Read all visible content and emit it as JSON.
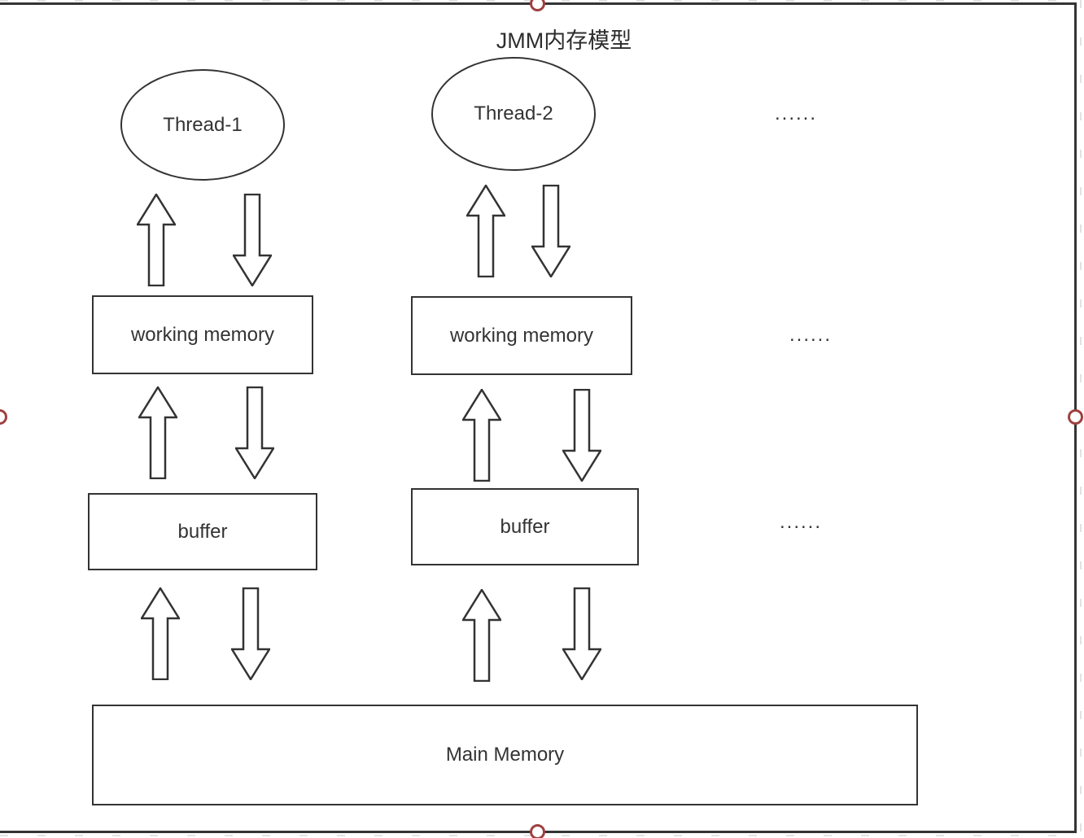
{
  "diagram": {
    "title": "JMM内存模型",
    "columns": [
      {
        "thread": "Thread-1",
        "working_memory": "working memory",
        "buffer": "buffer"
      },
      {
        "thread": "Thread-2",
        "working_memory": "working memory",
        "buffer": "buffer"
      },
      {
        "thread": "......",
        "working_memory": "......",
        "buffer": "......"
      }
    ],
    "main_memory": "Main Memory",
    "arrows": "paired up/down block arrows between each level"
  },
  "editor": {
    "selection_handles": [
      "top-center",
      "left-middle",
      "right-middle",
      "bottom-center"
    ],
    "colors": {
      "shape_stroke": "#333333",
      "frame_stroke": "#343434",
      "handle_stroke": "#9e4040",
      "page_dash": "#e2e2e2",
      "background": "#ffffff"
    },
    "icons": {
      "up_arrow": "block-arrow-up",
      "down_arrow": "block-arrow-down",
      "handle": "resize-handle-circle"
    }
  }
}
